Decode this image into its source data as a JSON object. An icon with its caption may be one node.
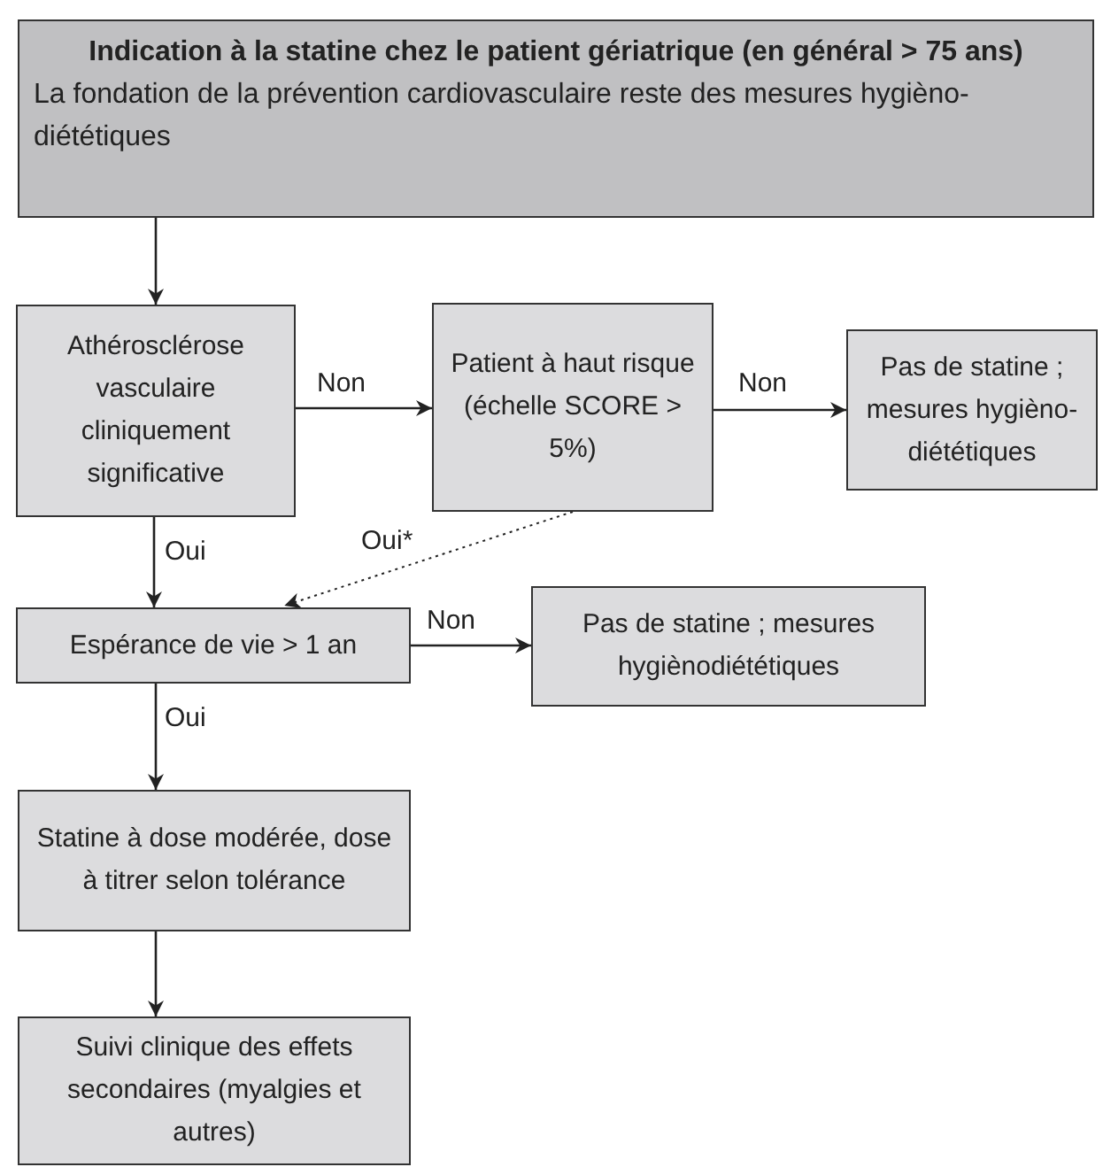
{
  "diagram": {
    "nodes": [
      {
        "text": [
          "Indication à la statine chez le patient gériatrique (en général > 75 ans)",
          "La fondation de la prévention cardiovasculaire reste des mesures hygièno-diététiques"
        ]
      },
      {
        "text": [
          "Athérosclérose vasculaire cliniquement significative"
        ]
      },
      {
        "text": [
          "Patient à haut risque (échelle SCORE > 5%)"
        ]
      },
      {
        "text": [
          "Pas de statine ; mesures hygièno-diététiques"
        ]
      },
      {
        "text": [
          "Espérance de vie > 1 an"
        ]
      },
      {
        "text": [
          "Pas de statine ; mesures hygiènodiététiques"
        ]
      },
      {
        "text": [
          "Statine à dose modérée, dose à titrer selon tolérance"
        ]
      },
      {
        "text": [
          "Suivi clinique des effets secondaires (myalgies et autres)"
        ]
      }
    ],
    "edges": [
      {
        "from": 0,
        "to": 1,
        "arrow": "to"
      },
      {
        "from": 1,
        "to": 2,
        "arrow": "to",
        "label": "Non"
      },
      {
        "from": 1,
        "to": 4,
        "arrow": "to",
        "label": "Oui"
      },
      {
        "from": 2,
        "to": 3,
        "arrow": "to",
        "label": "Non"
      },
      {
        "from": 2,
        "to": 4,
        "arrow": "to",
        "label": "Oui*",
        "style": "dashed"
      },
      {
        "from": 4,
        "to": 5,
        "arrow": "to",
        "label": "Non"
      },
      {
        "from": 4,
        "to": 6,
        "arrow": "to",
        "label": "Oui"
      },
      {
        "from": 6,
        "to": 7,
        "arrow": "to"
      }
    ]
  }
}
